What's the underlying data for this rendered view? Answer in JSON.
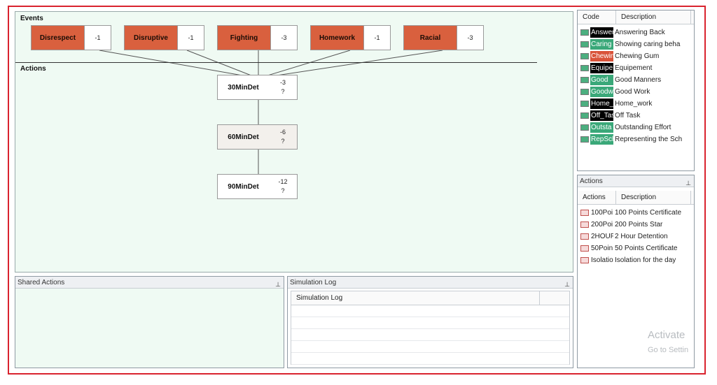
{
  "canvas": {
    "events_label": "Events",
    "actions_label": "Actions",
    "events": [
      {
        "name": "Disrespect",
        "value": "-1"
      },
      {
        "name": "Disruptive",
        "value": "-1"
      },
      {
        "name": "Fighting",
        "value": "-3"
      },
      {
        "name": "Homework",
        "value": "-1"
      },
      {
        "name": "Racial",
        "value": "-3"
      }
    ],
    "actions": [
      {
        "name": "30MinDet",
        "value": "-3",
        "mark": "?"
      },
      {
        "name": "60MinDet",
        "value": "-6",
        "mark": "?"
      },
      {
        "name": "90MinDet",
        "value": "-12",
        "mark": "?"
      }
    ]
  },
  "shared_actions": {
    "title": "Shared Actions",
    "pin": "⊥"
  },
  "simulation_log": {
    "title": "Simulation Log",
    "pin": "⊥",
    "column": "Simulation Log"
  },
  "codes_panel": {
    "columns": [
      "Code",
      "Description"
    ],
    "rows": [
      {
        "code": "Answer",
        "desc": "Answering Back",
        "swatch": "#4caf80",
        "codebg": "#000000",
        "codefg": "#ffffff"
      },
      {
        "code": "Caring",
        "desc": "Showing caring beha",
        "swatch": "#4caf80",
        "codebg": "#3aa879",
        "codefg": "#ffffff"
      },
      {
        "code": "Chewin",
        "desc": "Chewing Gum",
        "swatch": "#4caf80",
        "codebg": "#d9533a",
        "codefg": "#ffffff"
      },
      {
        "code": "Equipe",
        "desc": "Equipement",
        "swatch": "#4caf80",
        "codebg": "#000000",
        "codefg": "#ffffff"
      },
      {
        "code": "Good",
        "desc": "Good Manners",
        "swatch": "#4caf80",
        "codebg": "#3aa879",
        "codefg": "#ffffff"
      },
      {
        "code": "Goodw",
        "desc": "Good Work",
        "swatch": "#4caf80",
        "codebg": "#3aa879",
        "codefg": "#ffffff"
      },
      {
        "code": "Home_",
        "desc": "Home_work",
        "swatch": "#4caf80",
        "codebg": "#000000",
        "codefg": "#ffffff"
      },
      {
        "code": "Off_Tas",
        "desc": "Off Task",
        "swatch": "#4caf80",
        "codebg": "#000000",
        "codefg": "#ffffff"
      },
      {
        "code": "Outsta",
        "desc": "Outstanding Effort",
        "swatch": "#4caf80",
        "codebg": "#3aa879",
        "codefg": "#ffffff"
      },
      {
        "code": "RepSch",
        "desc": "Representing the Sch",
        "swatch": "#4caf80",
        "codebg": "#3aa879",
        "codefg": "#ffffff"
      }
    ]
  },
  "actions_panel": {
    "title": "Actions",
    "pin": "⊥",
    "columns": [
      "Actions",
      "Description"
    ],
    "rows": [
      {
        "code": "100Poi",
        "desc": "100 Points Certificate"
      },
      {
        "code": "200Poi",
        "desc": "200 Points Star"
      },
      {
        "code": "2HOUF",
        "desc": "2 Hour Detention"
      },
      {
        "code": "50Poin",
        "desc": "50 Points Certificate"
      },
      {
        "code": "Isolatio",
        "desc": "Isolation for the day"
      }
    ]
  },
  "watermark": {
    "line1": "Activate",
    "line2": "Go to Settin"
  },
  "colors": {
    "event_fill": "#d9603e",
    "canvas_bg": "#effaf3",
    "frame": "#d9232e"
  }
}
